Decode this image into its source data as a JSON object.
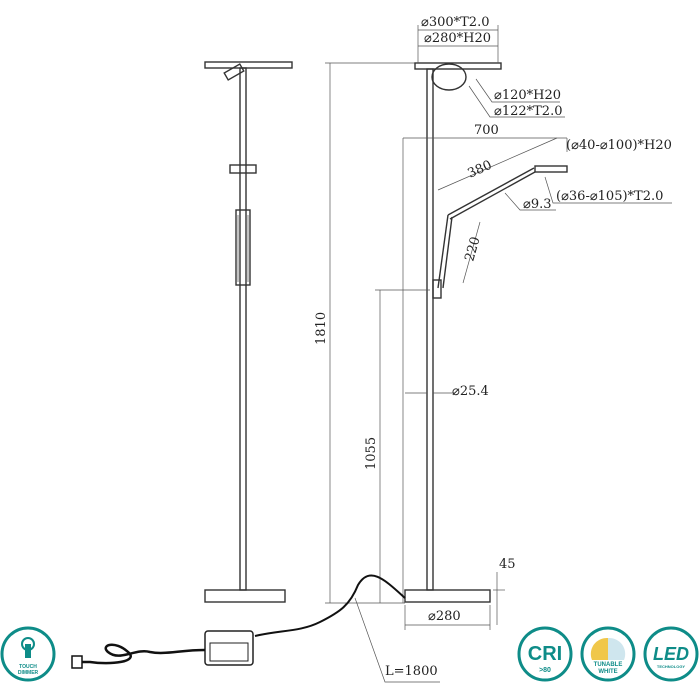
{
  "dimensions": {
    "top_disc": "⌀300*T2.0",
    "top_disc_height": "⌀280*H20",
    "bowl_height": "⌀120*H20",
    "bowl_thickness": "⌀122*T2.0",
    "reach": "700",
    "arm_length": "380",
    "head_height": "(⌀40-⌀100)*H20",
    "arm_diameter": "⌀9.3",
    "head_thickness": "(⌀36-⌀105)*T2.0",
    "lower_arm": "220",
    "total_height": "1810",
    "arm_joint_height": "1055",
    "pole_diameter": "⌀25.4",
    "base_height": "45",
    "base_diameter": "⌀280",
    "cable_length": "L=1800"
  },
  "badges": {
    "touch": [
      "TOUCH",
      "DIMMER"
    ],
    "cri": [
      "CRI",
      ">80"
    ],
    "tunable": [
      "TUNABLE",
      "WHITE"
    ],
    "led": [
      "LED",
      "TECHNOLOGY"
    ]
  },
  "colors": {
    "badge": "#0e8c88",
    "tunable_warm": "#f0c74a"
  }
}
